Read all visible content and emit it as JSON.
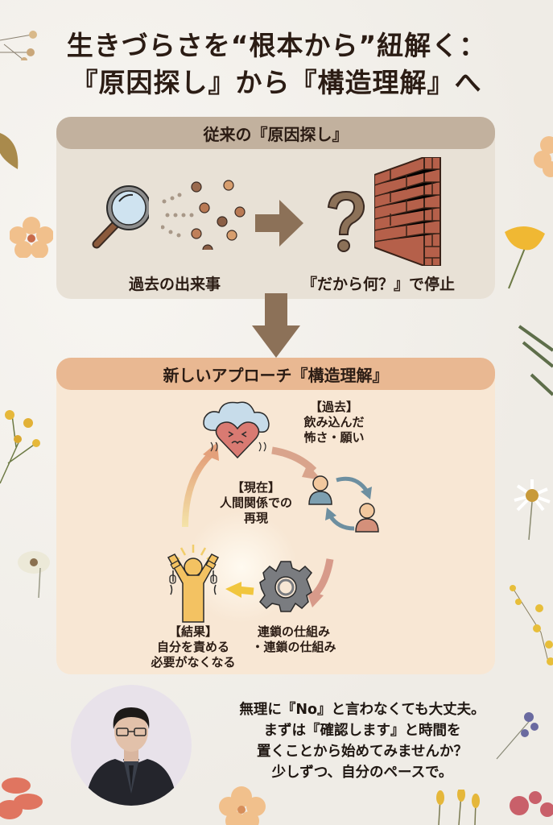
{
  "title": {
    "line1": "生きづらさを“根本から”紐解く：",
    "line2": "『原因探し』から『構造理解』へ"
  },
  "traditional": {
    "header": "従来の『原因探し』",
    "left_label": "過去の出来事",
    "right_label": "『だから何？』で停止",
    "icons": [
      "magnifier-icon",
      "scattered-dots-icon",
      "right-arrow-icon",
      "question-mark-icon",
      "brick-wall-icon"
    ]
  },
  "new_approach": {
    "header": "新しいアプローチ『構造理解』",
    "past": {
      "tag": "【過去】",
      "line1": "飲み込んだ",
      "line2": "怖さ・願い"
    },
    "present": {
      "tag": "【現在】",
      "line1": "人間関係での",
      "line2": "再現"
    },
    "chain": {
      "line1": "連鎖の仕組み",
      "line2": "・連鎖の仕組み"
    },
    "result": {
      "tag": "【結果】",
      "line1": "自分を責める",
      "line2": "必要がなくなる"
    },
    "icons": [
      "stressed-heart-cloud-icon",
      "two-people-cycle-icon",
      "gear-icon",
      "freed-person-icon"
    ]
  },
  "message": {
    "lines": [
      "無理に『No』と言わなくても大丈夫。",
      "まずは『確認します』と時間を",
      "置くことから始めてみませんか？",
      "少しずつ、自分のペースで。"
    ]
  },
  "colors": {
    "background": "#f3f1ec",
    "card1_bg": "#e8e1d6",
    "card1_header": "#c2b19e",
    "card2_bg": "#f8e7d4",
    "card2_header": "#e9b892",
    "arrow_brown": "#8c7158",
    "brick": "#b5604a",
    "text": "#2b1c14"
  }
}
